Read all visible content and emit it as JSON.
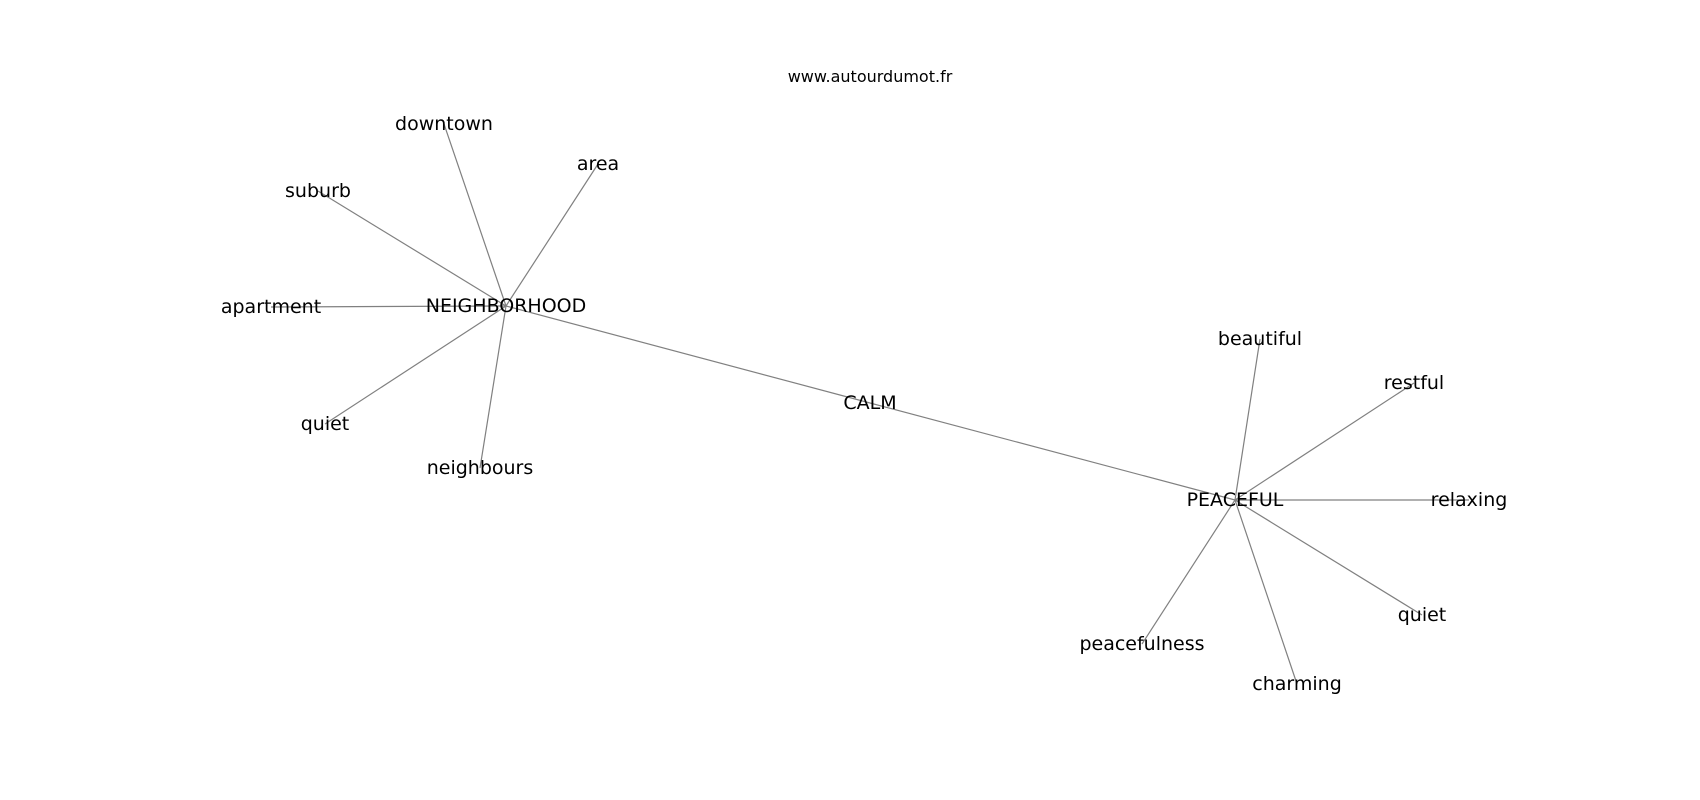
{
  "source": "www.autourdumot.fr",
  "center": "CALM",
  "hubs": [
    {
      "label": "NEIGHBORHOOD",
      "leaves": [
        "downtown",
        "area",
        "suburb",
        "apartment",
        "quiet",
        "neighbours"
      ]
    },
    {
      "label": "PEACEFUL",
      "leaves": [
        "beautiful",
        "restful",
        "relaxing",
        "quiet",
        "charming",
        "peacefulness"
      ]
    }
  ]
}
